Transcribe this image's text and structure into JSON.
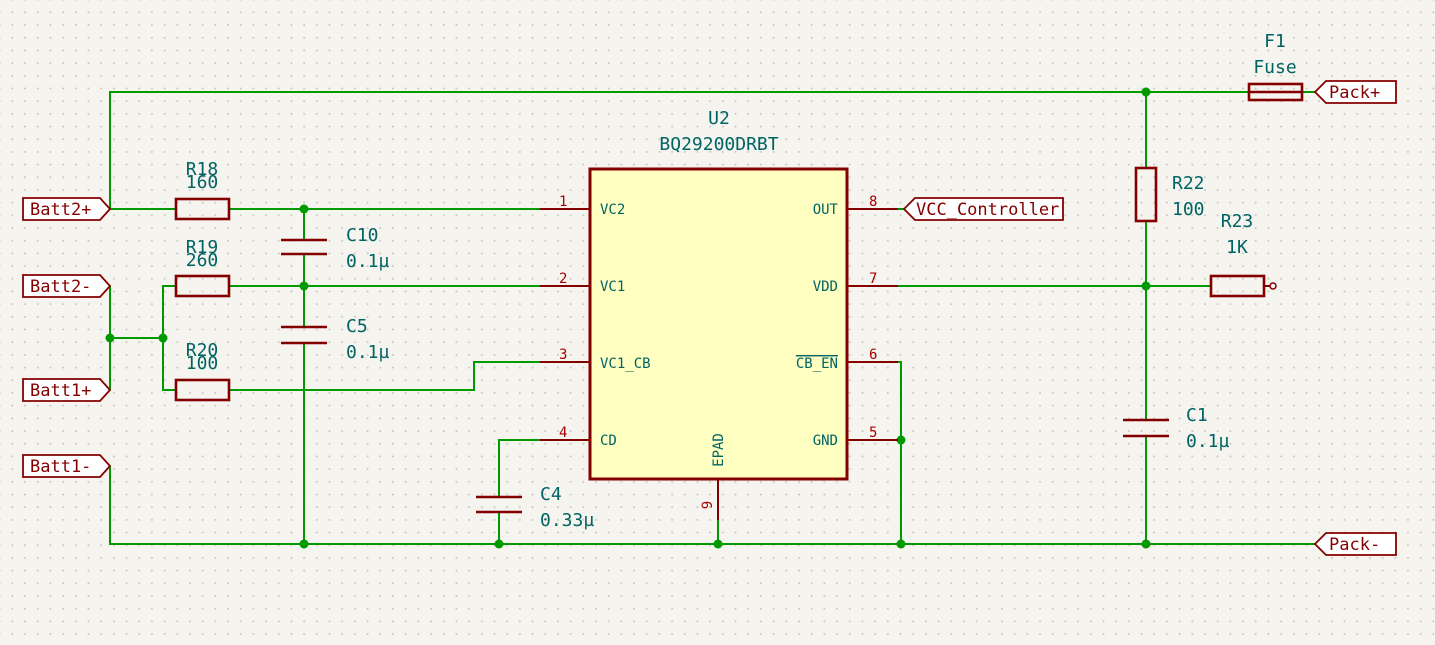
{
  "colors": {
    "wire": "#009900",
    "component": "#840000",
    "ic_fill": "#ffffc2",
    "reference_text": "#006464",
    "pin_number": "#a90000",
    "background": "#f5f4ef"
  },
  "ic": {
    "ref": "U2",
    "value": "BQ29200DRBT",
    "pins": {
      "p1": {
        "num": "1",
        "name": "VC2"
      },
      "p2": {
        "num": "2",
        "name": "VC1"
      },
      "p3": {
        "num": "3",
        "name": "VC1_CB"
      },
      "p4": {
        "num": "4",
        "name": "CD"
      },
      "p5": {
        "num": "5",
        "name": "GND"
      },
      "p6": {
        "num": "6",
        "name": "CB_EN"
      },
      "p7": {
        "num": "7",
        "name": "VDD"
      },
      "p8": {
        "num": "8",
        "name": "OUT"
      },
      "p9": {
        "num": "9",
        "name": "EPAD"
      }
    }
  },
  "resistors": {
    "r18": {
      "ref": "R18",
      "value": "160"
    },
    "r19": {
      "ref": "R19",
      "value": "260"
    },
    "r20": {
      "ref": "R20",
      "value": "100"
    },
    "r22": {
      "ref": "R22",
      "value": "100"
    },
    "r23": {
      "ref": "R23",
      "value": "1K"
    }
  },
  "capacitors": {
    "c10": {
      "ref": "C10",
      "value": "0.1µ"
    },
    "c5": {
      "ref": "C5",
      "value": "0.1µ"
    },
    "c4": {
      "ref": "C4",
      "value": "0.33µ"
    },
    "c1": {
      "ref": "C1",
      "value": "0.1µ"
    }
  },
  "fuse": {
    "ref": "F1",
    "value": "Fuse"
  },
  "labels": {
    "batt2_pos": "Batt2+",
    "batt2_neg": "Batt2-",
    "batt1_pos": "Batt1+",
    "batt1_neg": "Batt1-",
    "pack_pos": "Pack+",
    "pack_neg": "Pack-",
    "vcc_controller": "VCC_Controller"
  }
}
